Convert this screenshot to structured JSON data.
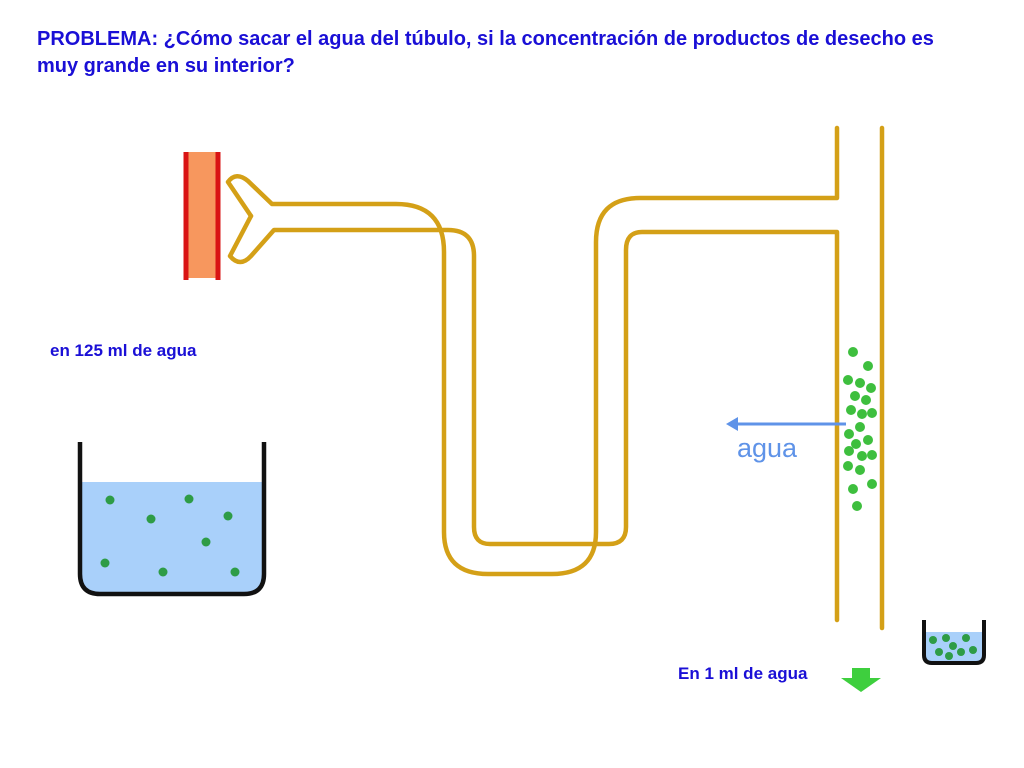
{
  "title": "PROBLEMA: ¿Cómo sacar el agua del túbulo, si la concentración de productos de desecho es muy grande en su interior?",
  "labels": {
    "large_beaker": "en 125 ml de agua",
    "small_beaker": "En 1 ml de agua",
    "water_arrow": "agua"
  },
  "colors": {
    "title_text": "#1a0fd6",
    "label_text": "#1a0fd6",
    "tubule_wall": "#d4a017",
    "capillary_fill": "#f7975e",
    "capillary_wall": "#d91414",
    "particle": "#3ebf3e",
    "large_beaker_particle": "#2e9c46",
    "water": "#a9d0fa",
    "water_arrow": "#5f93e8",
    "down_arrow": "#3ecf3e"
  },
  "icons": {
    "water_arrow": "left-arrow-icon",
    "down_arrow": "down-arrow-icon"
  }
}
